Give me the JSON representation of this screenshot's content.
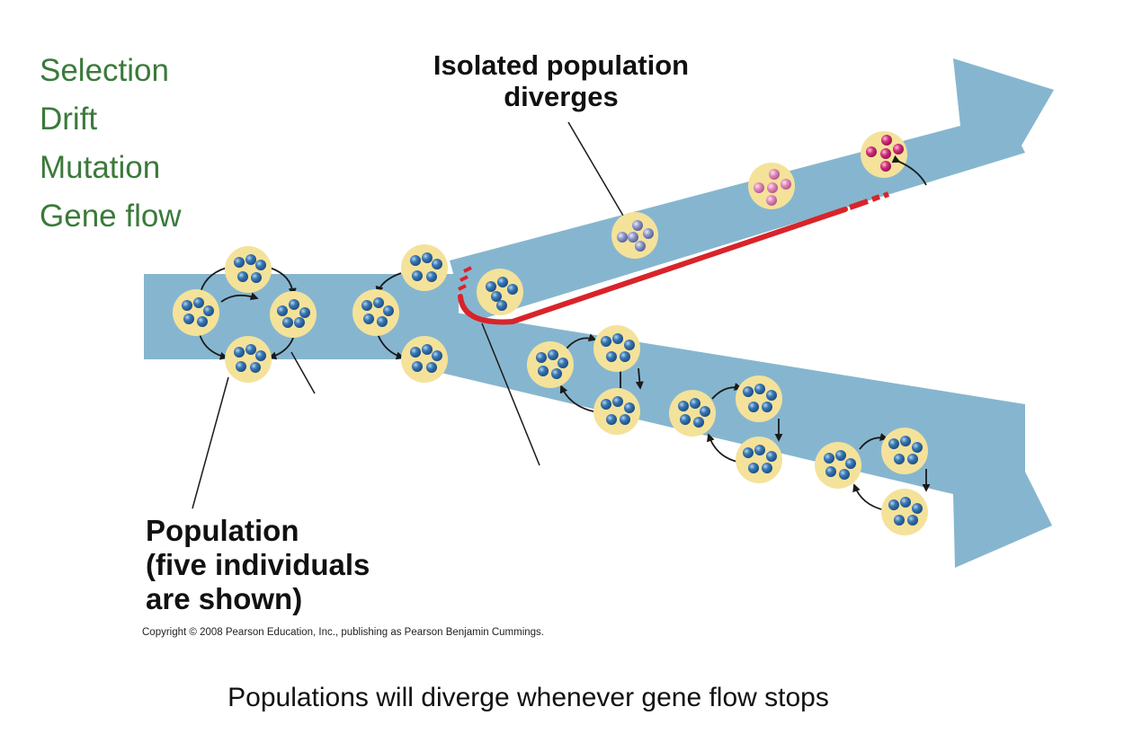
{
  "forces": [
    "Selection",
    "Drift",
    "Mutation",
    "Gene flow"
  ],
  "labels": {
    "isolated_line1": "Isolated population",
    "isolated_line2": "diverges",
    "population_line1": "Population",
    "population_line2": "(five individuals",
    "population_line3": "are shown)",
    "copyright": "Copyright © 2008 Pearson Education, Inc., publishing as Pearson Benjamin Cummings."
  },
  "caption": "Populations will diverge whenever gene flow stops",
  "colors": {
    "arrow": "#86b6cf",
    "population_bg": "#f4e29a",
    "individual_blue": "#3a78b4",
    "individual_lilac": "#8c96c8",
    "individual_pink": "#e088b8",
    "individual_magenta": "#d02c7c",
    "barrier": "#d8242a",
    "force_text": "#3a7a3a"
  }
}
